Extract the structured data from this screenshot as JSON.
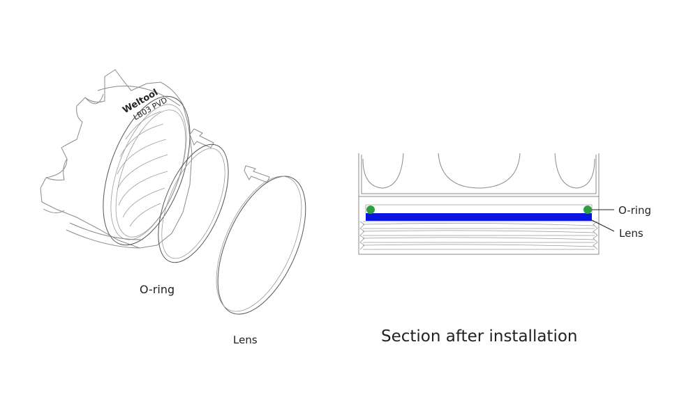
{
  "exploded": {
    "engraving_line1": "Weltool",
    "engraving_line2": "LB03 PVD",
    "oring_label": "O-ring",
    "lens_label": "Lens"
  },
  "section": {
    "title": "Section after installation",
    "oring_label": "O-ring",
    "lens_label": "Lens",
    "colors": {
      "oring": "#2e9e3e",
      "lens": "#0a14e0"
    }
  }
}
